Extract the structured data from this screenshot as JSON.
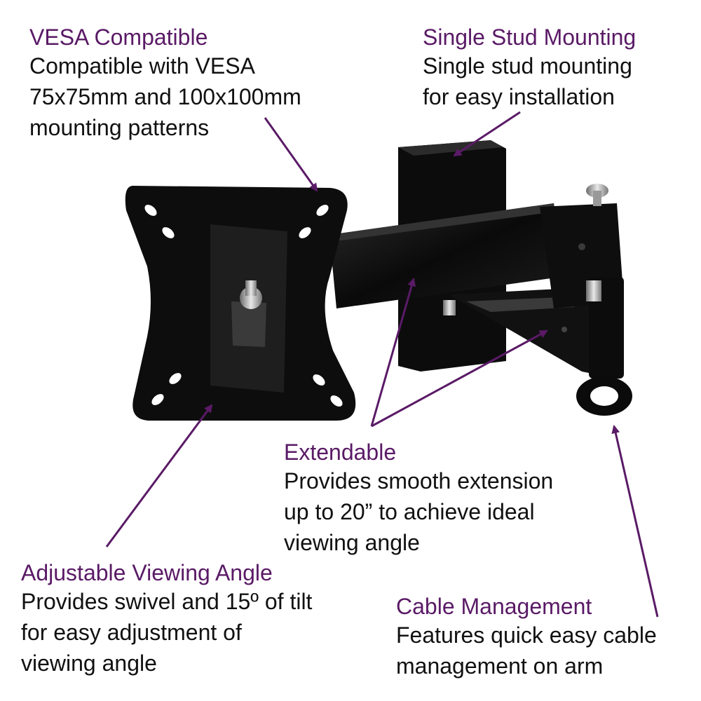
{
  "colors": {
    "title": "#5a1a66",
    "arrow": "#5a1a66",
    "body": "#111111",
    "mount": "#0d0d0d"
  },
  "callouts": {
    "vesa": {
      "title": "VESA Compatible",
      "lines": [
        "Compatible with VESA",
        "75x75mm and 100x100mm",
        "mounting patterns"
      ]
    },
    "stud": {
      "title": "Single Stud Mounting",
      "lines": [
        "Single stud mounting",
        "for easy installation"
      ]
    },
    "extend": {
      "title": "Extendable",
      "lines": [
        "Provides smooth extension",
        "up to 20” to  achieve ideal",
        "viewing angle"
      ]
    },
    "angle": {
      "title": "Adjustable Viewing Angle",
      "lines": [
        "Provides swivel and 15º of tilt",
        "for easy adjustment of",
        "viewing angle"
      ]
    },
    "cable": {
      "title": "Cable Management",
      "lines": [
        "Features quick easy cable",
        "management on arm"
      ]
    }
  }
}
